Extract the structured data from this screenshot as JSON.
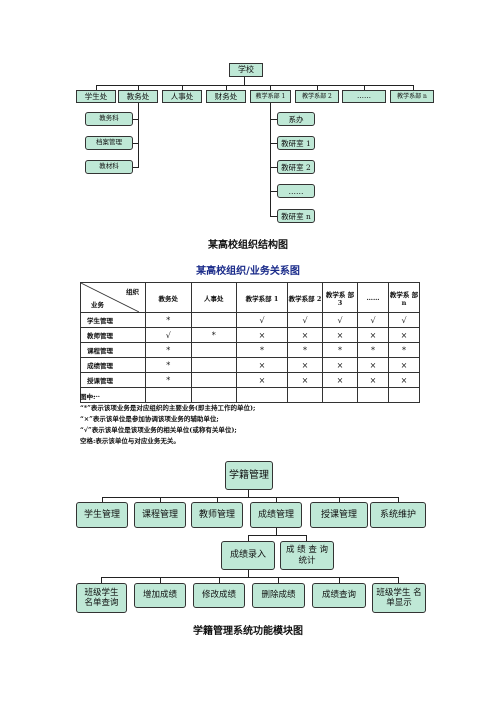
{
  "org_chart": {
    "root": "学校",
    "level1": [
      "学生处",
      "教务处",
      "人事处",
      "财务处",
      "教学系部 1",
      "教学系部 2",
      "……",
      "教学系部 n"
    ],
    "jiaowu_children": [
      "教务科",
      "档案管理",
      "教材科"
    ],
    "xibu_children": [
      "系办",
      "教研室 1",
      "教研室 2",
      "……",
      "教研室 n"
    ],
    "caption": "某高校组织结构图"
  },
  "relation_table": {
    "title": "某高校组织/业务关系图",
    "corner_top": "组织",
    "corner_bottom": "业务",
    "columns": [
      "教务处",
      "人事处",
      "教学系部 1",
      "教学系部 2",
      "教学系 部 3",
      "……",
      "教学系 部 n"
    ],
    "rows": [
      {
        "name": "学生管理",
        "cells": [
          "*",
          "",
          "√",
          "√",
          "√",
          "√",
          "√"
        ]
      },
      {
        "name": "教师管理",
        "cells": [
          "√",
          "*",
          "×",
          "×",
          "×",
          "×",
          "×"
        ]
      },
      {
        "name": "课程管理",
        "cells": [
          "*",
          "",
          "*",
          "*",
          "*",
          "*",
          "*"
        ]
      },
      {
        "name": "成绩管理",
        "cells": [
          "*",
          "",
          "×",
          "×",
          "×",
          "×",
          "×"
        ]
      },
      {
        "name": "授课管理",
        "cells": [
          "*",
          "",
          "×",
          "×",
          "×",
          "×",
          "×"
        ]
      },
      {
        "name": "……",
        "cells": [
          "",
          "",
          "",
          "",
          "",
          "",
          ""
        ]
      }
    ],
    "notes": [
      "图中:",
      "“*”表示该项业务是对应组织的主要业务(即主持工作的单位);",
      "“×”表示该单位是参加协调该项业务的辅助单位;",
      "“√”表示该单位是该项业务的相关单位(或称有关单位);",
      "空格:表示该单位与对应业务无关。"
    ]
  },
  "module_chart": {
    "root": "学籍管理",
    "level1": [
      "学生管理",
      "课程管理",
      "教师管理",
      "成绩管理",
      "授课管理",
      "系统维护"
    ],
    "level2": [
      "成绩录入",
      "成 绩 查 询 统计"
    ],
    "level3": [
      "班级学生 名单查询",
      "增加成绩",
      "修改成绩",
      "删除成绩",
      "成绩查询",
      "班级学生 名单显示"
    ],
    "caption": "学籍管理系统功能模块图"
  },
  "colors": {
    "box_fill": "#bfe8d6",
    "border": "#333333"
  }
}
